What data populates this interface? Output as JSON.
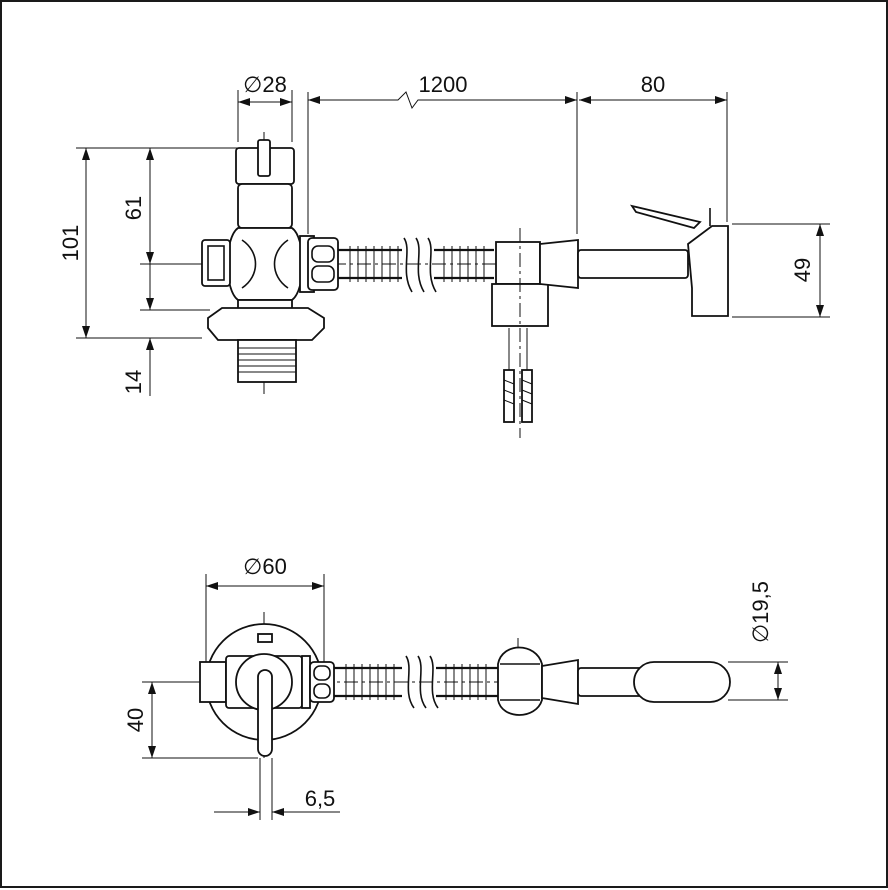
{
  "dimensions": {
    "top_width_diameter": "∅28",
    "hose_length": "1200",
    "spray_length": "80",
    "total_height": "101",
    "upper_height": "61",
    "base_height": "14",
    "spray_height": "49",
    "flange_diameter": "∅60",
    "side_height": "40",
    "lever_width": "6,5",
    "spray_diameter": "∅19,5"
  }
}
